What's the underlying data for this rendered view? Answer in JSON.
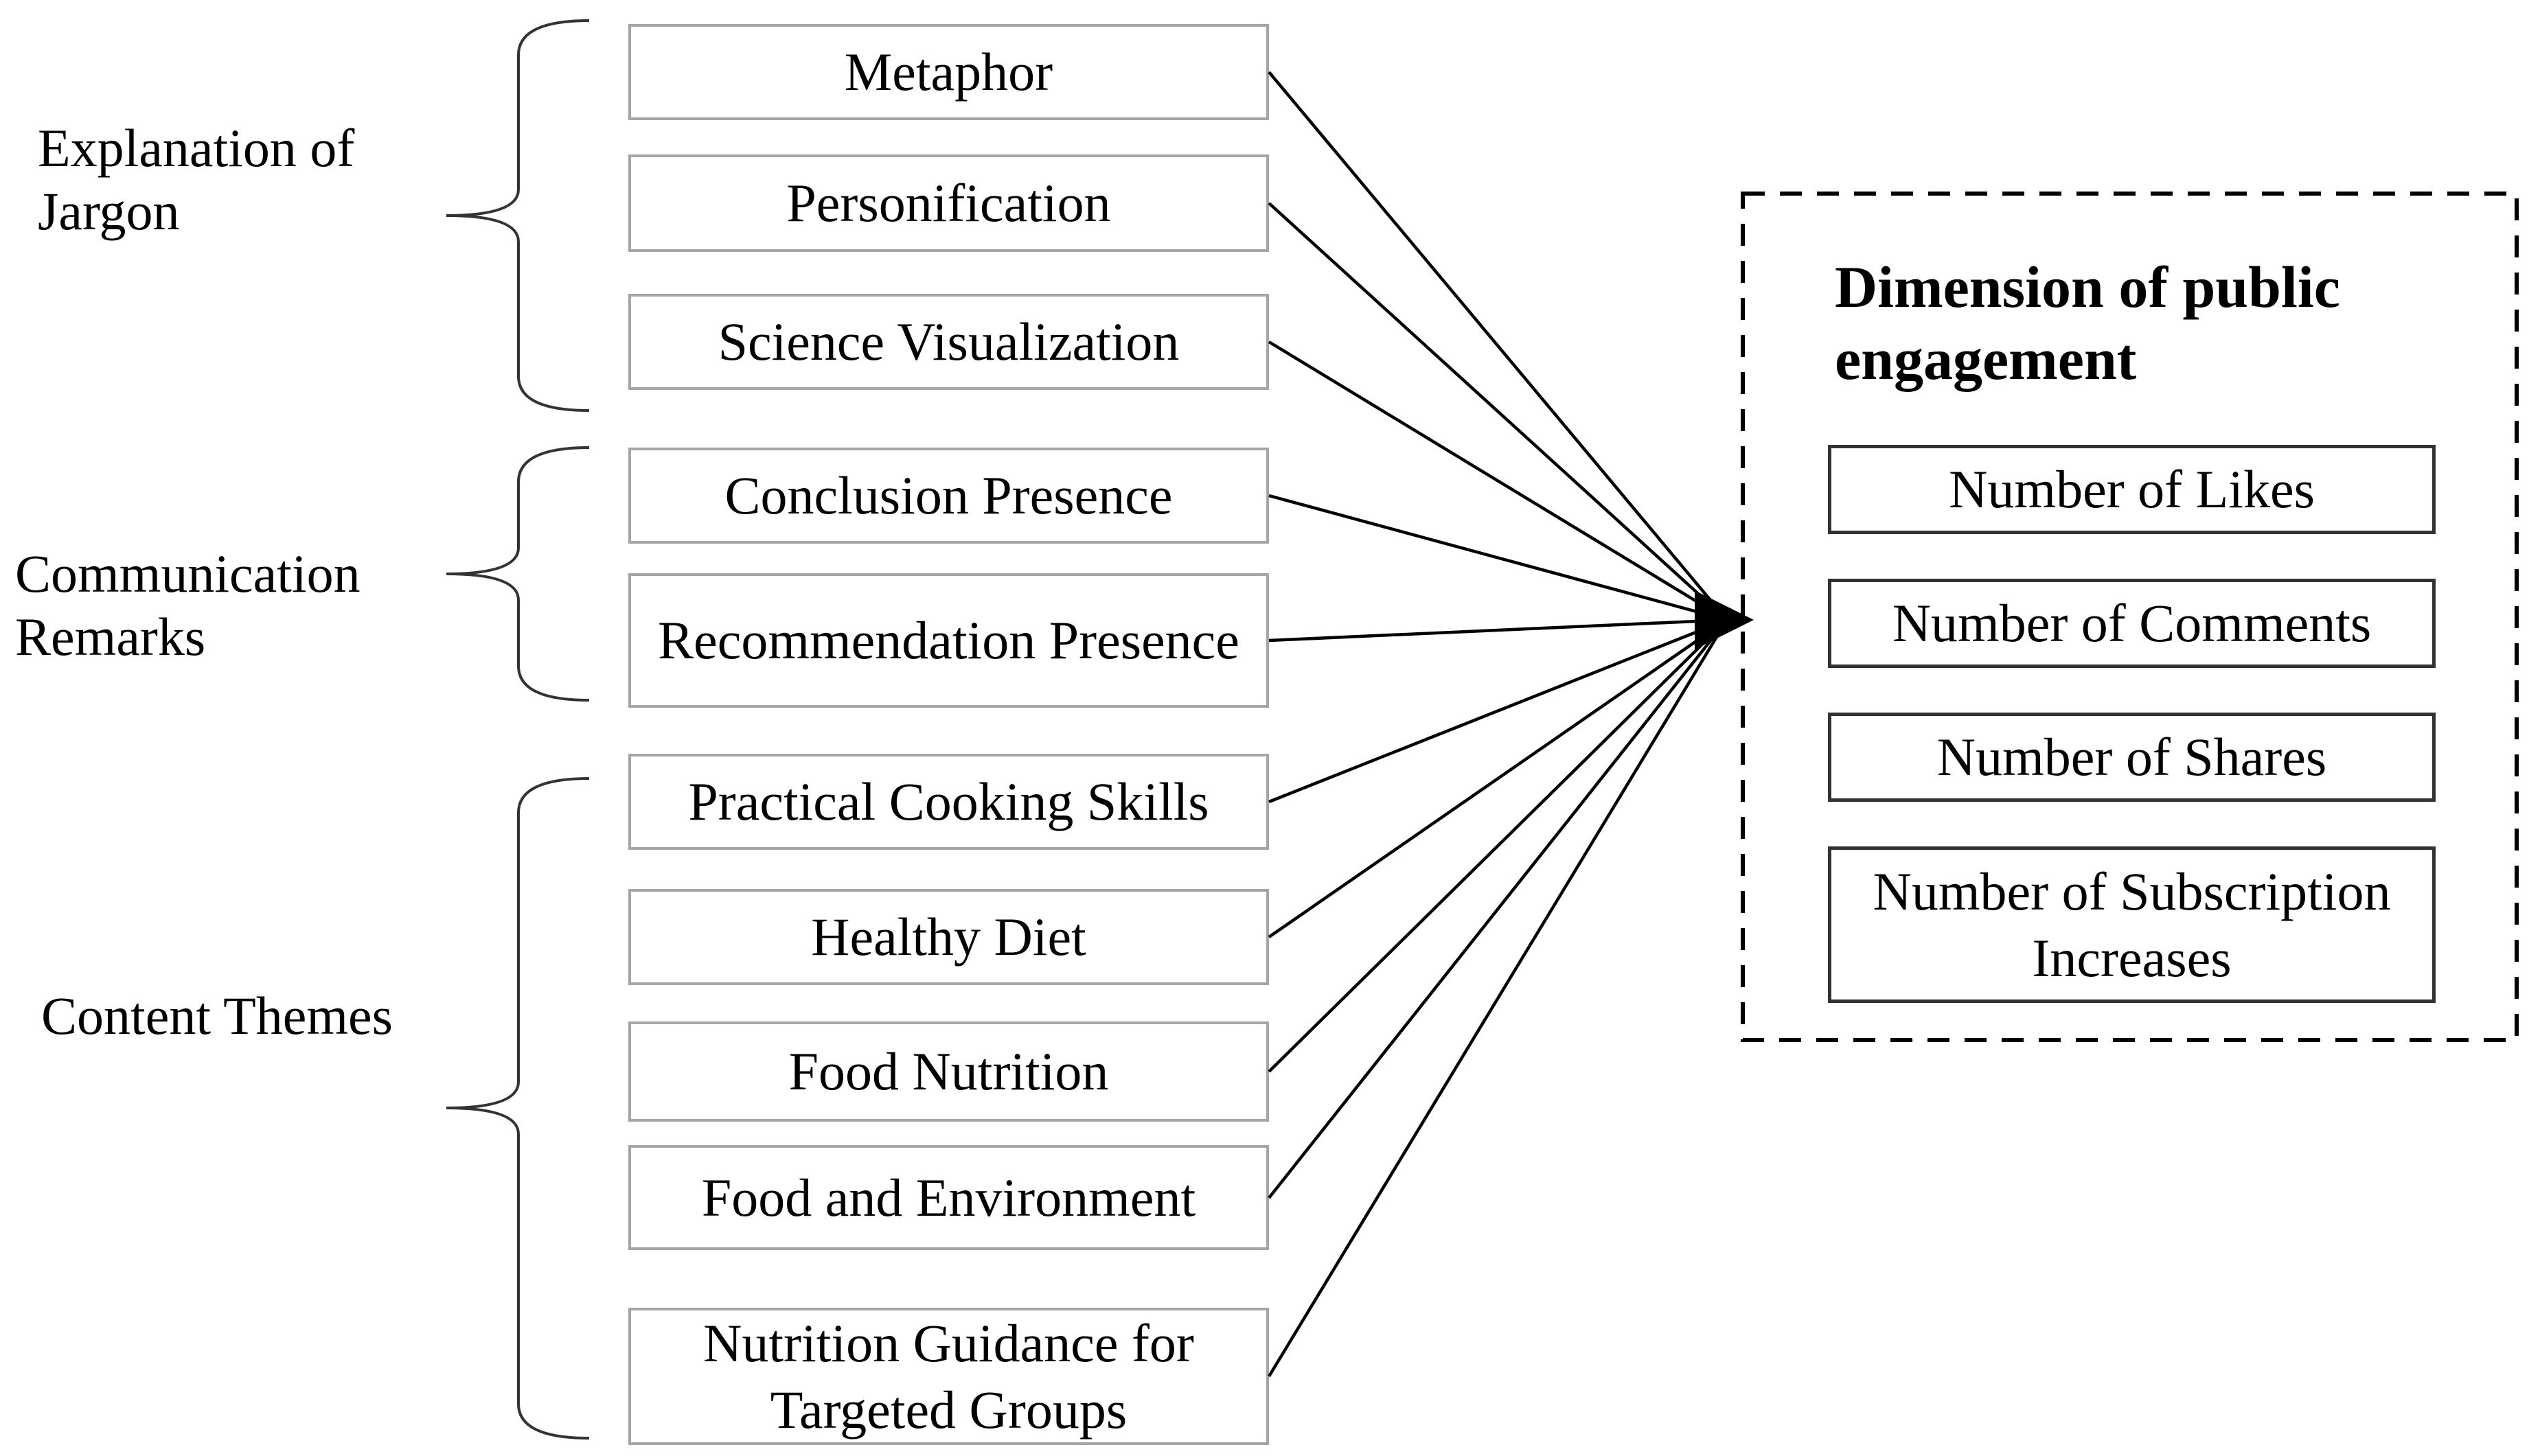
{
  "left_groups": [
    {
      "label": "Explanation of Jargon",
      "items": [
        "Metaphor",
        "Personification",
        "Science Visualization"
      ]
    },
    {
      "label": "Communication Remarks",
      "items": [
        "Conclusion Presence",
        "Recommendation Presence"
      ]
    },
    {
      "label": "Content Themes",
      "items": [
        "Practical Cooking Skills",
        "Healthy Diet",
        "Food Nutrition",
        "Food and Environment",
        "Nutrition Guidance for Targeted Groups"
      ]
    }
  ],
  "engagement_panel": {
    "title": "Dimension of public engagement",
    "items": [
      "Number of Likes",
      "Number of Comments",
      "Number of Shares",
      "Number of Subscription Increases"
    ]
  },
  "colors": {
    "background": "#ffffff",
    "text": "#000000",
    "left_box_border": "#a6a6a6",
    "right_box_border": "#333333",
    "connector_line": "#000000",
    "brace": "#333333",
    "dashed_border": "#000000"
  }
}
